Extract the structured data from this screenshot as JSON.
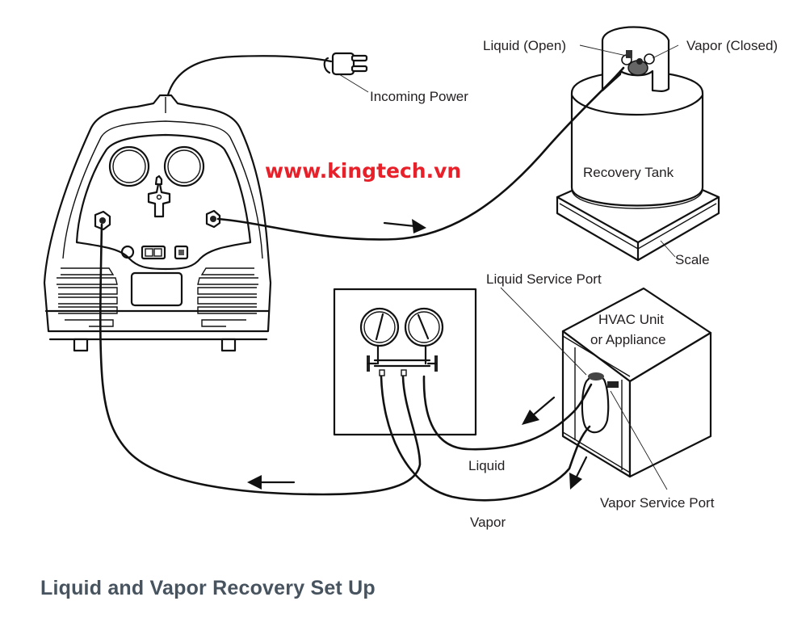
{
  "figure": {
    "title": "Liquid and Vapor Recovery Set Up",
    "watermark": "www.kingtech.vn",
    "labels": {
      "incoming_power": "Incoming Power",
      "liquid_open": "Liquid (Open)",
      "vapor_closed": "Vapor (Closed)",
      "recovery_tank": "Recovery Tank",
      "scale": "Scale",
      "liquid_service_port": "Liquid Service Port",
      "hvac_line1": "HVAC Unit",
      "hvac_line2": "or Appliance",
      "vapor_service_port": "Vapor Service Port",
      "liquid_hose": "Liquid",
      "vapor_hose": "Vapor"
    },
    "components": [
      "recovery-machine",
      "power-plug",
      "recovery-tank",
      "scale",
      "manifold-gauge-set",
      "hvac-unit"
    ],
    "colors": {
      "watermark": "#e8202a",
      "title": "#47535e",
      "line": "#111111"
    }
  }
}
